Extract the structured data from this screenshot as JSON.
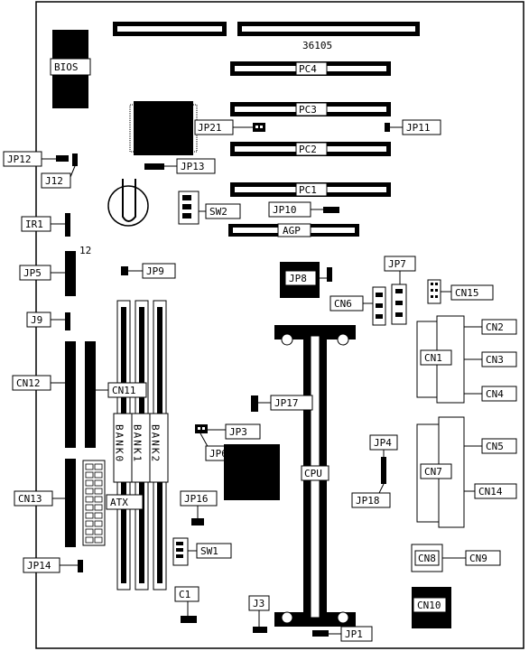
{
  "board_number": "36105",
  "slots": {
    "pc4": "PC4",
    "pc3": "PC3",
    "pc2": "PC2",
    "pc1": "PC1",
    "agp": "AGP"
  },
  "components": {
    "bios": "BIOS",
    "cpu": "CPU",
    "atx": "ATX",
    "bank0": "BANK0",
    "bank1": "BANK1",
    "bank2": "BANK2"
  },
  "labels": {
    "jp21": "JP21",
    "jp11": "JP11",
    "jp12": "JP12",
    "j12": "J12",
    "jp13": "JP13",
    "sw2": "SW2",
    "jp10": "JP10",
    "ir1": "IR1",
    "pin12": "12",
    "jp5": "JP5",
    "jp9": "JP9",
    "jp8": "JP8",
    "jp7": "JP7",
    "cn6": "CN6",
    "cn15": "CN15",
    "j9": "J9",
    "cn2": "CN2",
    "cn1": "CN1",
    "cn3": "CN3",
    "cn12": "CN12",
    "cn11": "CN11",
    "cn4": "CN4",
    "jp17": "JP17",
    "jp3": "JP3",
    "jp6": "JP6",
    "jp4": "JP4",
    "cn5": "CN5",
    "cn7": "CN7",
    "jp18": "JP18",
    "cn13": "CN13",
    "jp16": "JP16",
    "cn14": "CN14",
    "sw1": "SW1",
    "cn8": "CN8",
    "cn9": "CN9",
    "jp14": "JP14",
    "c1": "C1",
    "cn10": "CN10",
    "j3": "J3",
    "jp1": "JP1"
  }
}
